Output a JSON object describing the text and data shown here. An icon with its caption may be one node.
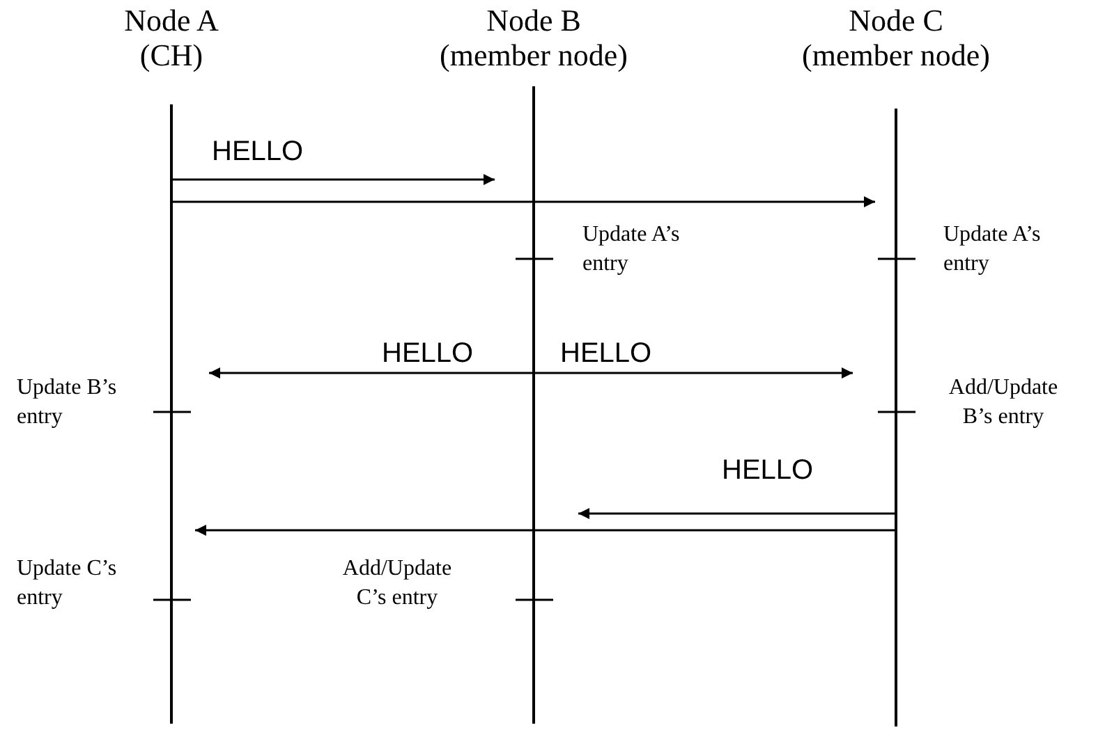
{
  "diagram": {
    "nodes": [
      {
        "text": [
          "Node A (CH)"
        ]
      },
      {
        "text": [
          "Node B (member node)"
        ]
      },
      {
        "text": [
          "Node C (member node)"
        ]
      }
    ],
    "edges": [
      {
        "from": 0,
        "to": 1,
        "arrow": "to",
        "label": "HELLO"
      },
      {
        "from": 0,
        "to": 2,
        "arrow": "to"
      },
      {
        "from": 1,
        "to": 0,
        "arrow": "to",
        "label": "HELLO"
      },
      {
        "from": 1,
        "to": 2,
        "arrow": "to",
        "label": "HELLO"
      },
      {
        "from": 2,
        "to": 1,
        "arrow": "to",
        "label": "HELLO"
      },
      {
        "from": 2,
        "to": 0,
        "arrow": "to"
      }
    ],
    "labels": [
      "Update A’s entry",
      "Update A’s entry",
      "Update B’s entry",
      "Add/Update B’s entry",
      "Update C’s entry",
      "Add/Update C’s entry"
    ]
  }
}
